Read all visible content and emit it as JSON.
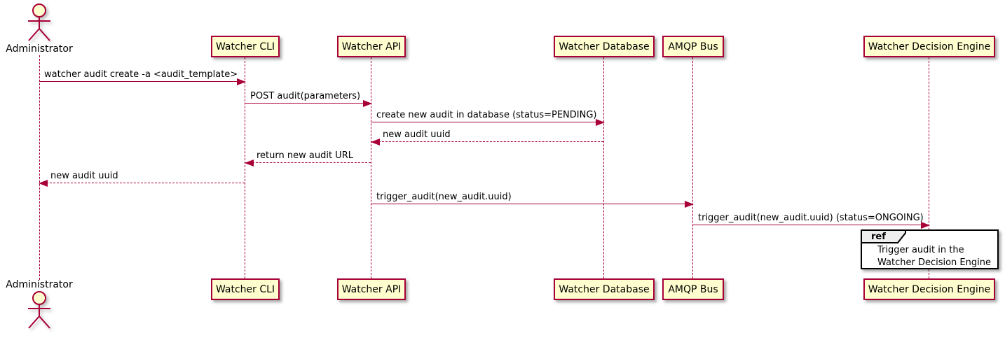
{
  "diagram": {
    "type": "sequence",
    "colors": {
      "line": "#A80036",
      "participant_fill": "#FEFECE",
      "text": "#000000",
      "ref_border": "#000000",
      "ref_header_fill": "#EEEEEE",
      "background": "#FFFFFF"
    },
    "actor": {
      "label": "Administrator"
    },
    "participants": [
      {
        "label": "Watcher CLI"
      },
      {
        "label": "Watcher API"
      },
      {
        "label": "Watcher Database"
      },
      {
        "label": "AMQP Bus"
      },
      {
        "label": "Watcher Decision Engine"
      }
    ],
    "messages": [
      {
        "from": "Administrator",
        "to": "Watcher CLI",
        "label": "watcher audit create -a <audit_template>",
        "line": "solid"
      },
      {
        "from": "Watcher CLI",
        "to": "Watcher API",
        "label": "POST audit(parameters)",
        "line": "solid"
      },
      {
        "from": "Watcher API",
        "to": "Watcher Database",
        "label": "create new audit in database (status=PENDING)",
        "line": "solid"
      },
      {
        "from": "Watcher Database",
        "to": "Watcher API",
        "label": "new audit uuid",
        "line": "dashed"
      },
      {
        "from": "Watcher API",
        "to": "Watcher CLI",
        "label": "return new audit URL",
        "line": "dashed"
      },
      {
        "from": "Watcher CLI",
        "to": "Administrator",
        "label": "new audit uuid",
        "line": "dashed"
      },
      {
        "from": "Watcher API",
        "to": "AMQP Bus",
        "label": "trigger_audit(new_audit.uuid)",
        "line": "solid"
      },
      {
        "from": "AMQP Bus",
        "to": "Watcher Decision Engine",
        "label": "trigger_audit(new_audit.uuid) (status=ONGOING)",
        "line": "solid"
      }
    ],
    "ref": {
      "keyword": "ref",
      "lines": [
        "Trigger audit in the",
        "Watcher Decision Engine"
      ]
    }
  }
}
